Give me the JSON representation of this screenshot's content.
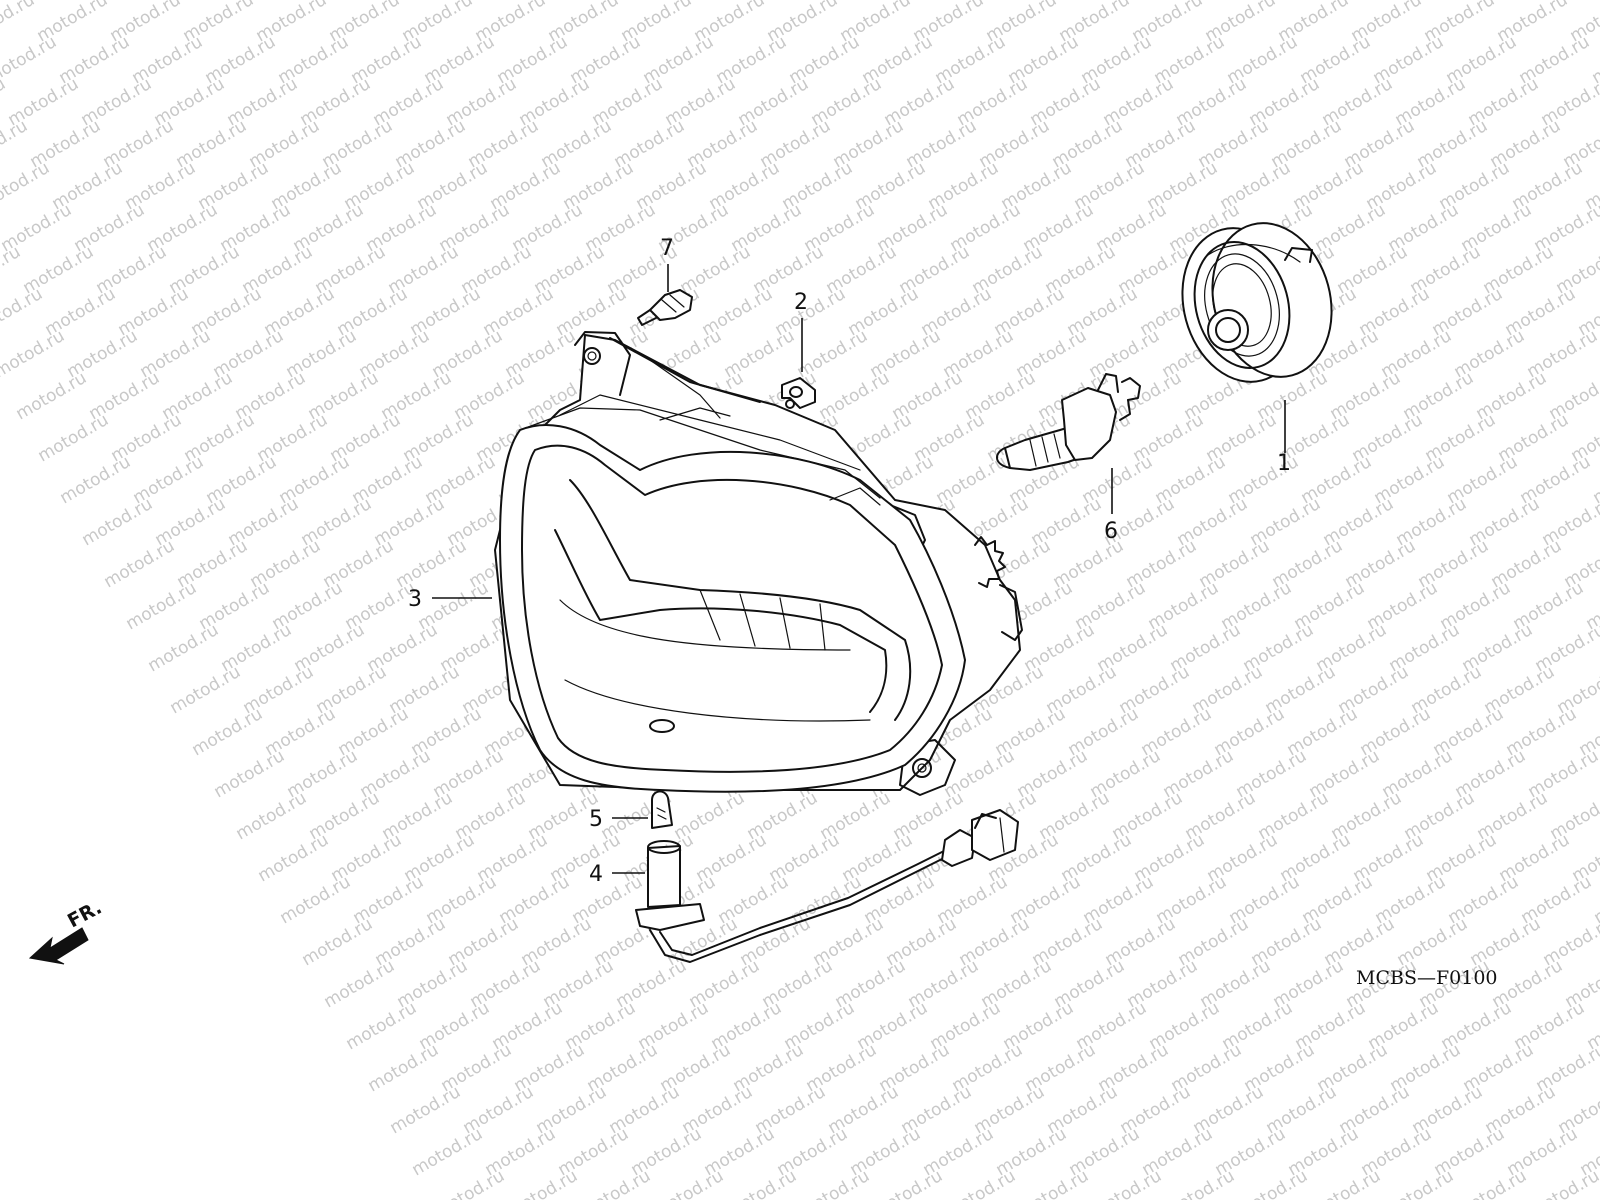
{
  "watermark": {
    "text": "motod.ru"
  },
  "callouts": [
    {
      "id": "1",
      "label": "1"
    },
    {
      "id": "2",
      "label": "2"
    },
    {
      "id": "3",
      "label": "3"
    },
    {
      "id": "4",
      "label": "4"
    },
    {
      "id": "5",
      "label": "5"
    },
    {
      "id": "6",
      "label": "6"
    },
    {
      "id": "7",
      "label": "7"
    }
  ],
  "direction_marker": {
    "label": "FR."
  },
  "diagram_code": "MCBS—F0100"
}
